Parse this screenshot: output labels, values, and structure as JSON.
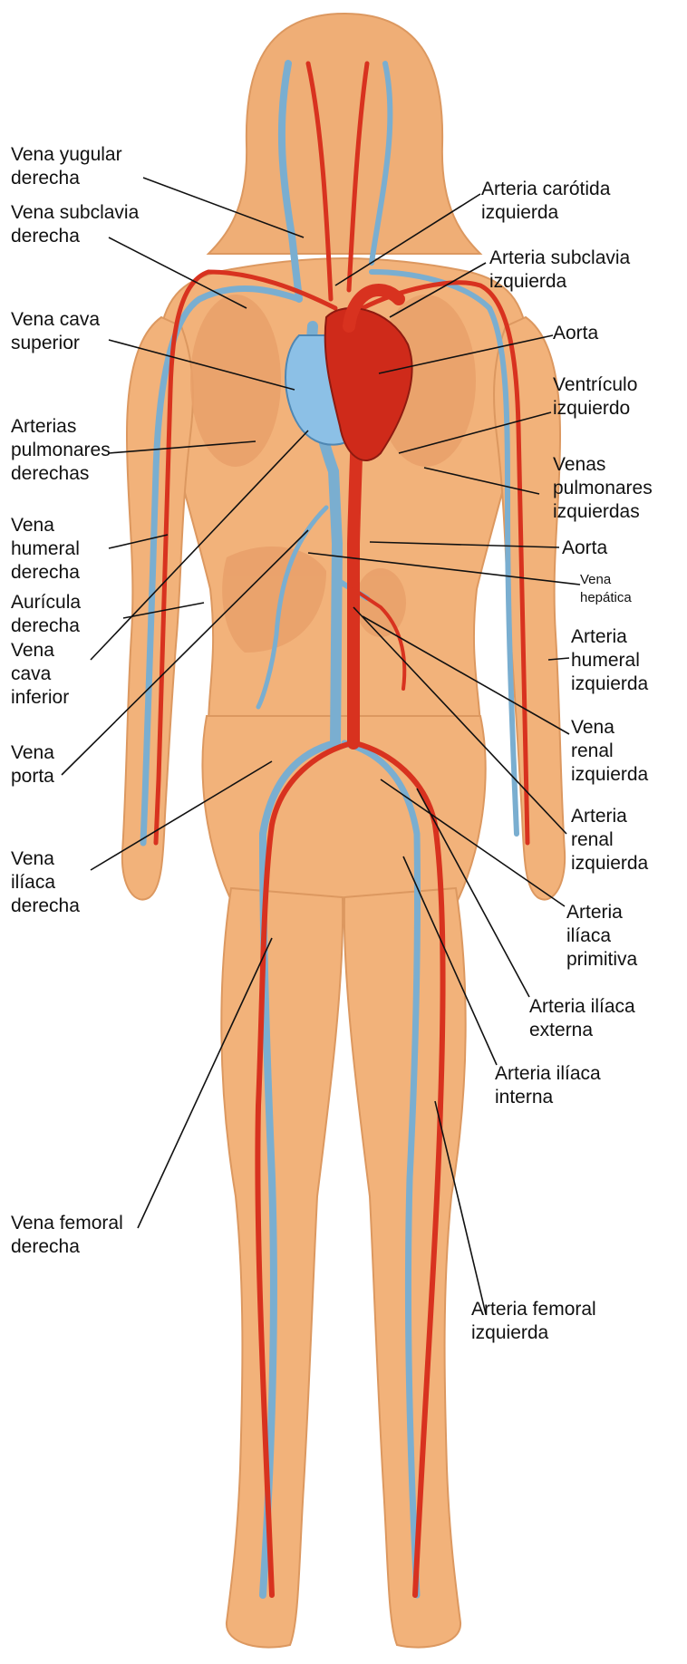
{
  "colors": {
    "skin": "#f2b27a",
    "skin_shadow": "#e39a62",
    "artery": "#d8321f",
    "vein": "#7aaed0",
    "heart": "#cf2a1a",
    "atrium": "#8cc0e6",
    "leader": "#111111"
  },
  "labels": {
    "vena_yugular_derecha": "Vena yugular\nderecha",
    "vena_subclavia_derecha": "Vena subclavia\nderecha",
    "vena_cava_superior": "Vena cava\nsuperior",
    "arterias_pulmonares_derechas": "Arterias\npulmonares\nderechas",
    "vena_humeral_derecha": "Vena\nhumeral\nderecha",
    "auricula_derecha": "Aurícula\nderecha",
    "vena_cava_inferior": "Vena\ncava\ninferior",
    "vena_porta": "Vena\nporta",
    "vena_iliaca_derecha": "Vena\nilíaca\nderecha",
    "vena_femoral_derecha": "Vena femoral\nderecha",
    "arteria_carotida_izquierda": "Arteria carótida\nizquierda",
    "arteria_subclavia_izquierda": "Arteria subclavia\nizquierda",
    "aorta_1": "Aorta",
    "ventriculo_izquierdo": "Ventrículo\nizquierdo",
    "venas_pulmonares_izquierdas": "Venas\npulmonares\nizquierdas",
    "aorta_2": "Aorta",
    "vena_hepatica": "Vena\nhepática",
    "arteria_humeral_izquierda": "Arteria\nhumeral\nizquierda",
    "vena_renal_izquierda": "Vena\nrenal\nizquierda",
    "arteria_renal_izquierda": "Arteria\nrenal\nizquierda",
    "arteria_iliaca_primitiva": "Arteria\nilíaca\nprimitiva",
    "arteria_iliaca_externa": "Arteria ilíaca\nexterna",
    "arteria_iliaca_interna": "Arteria ilíaca\ninterna",
    "arteria_femoral_izquierda": "Arteria femoral\nizquierda"
  }
}
